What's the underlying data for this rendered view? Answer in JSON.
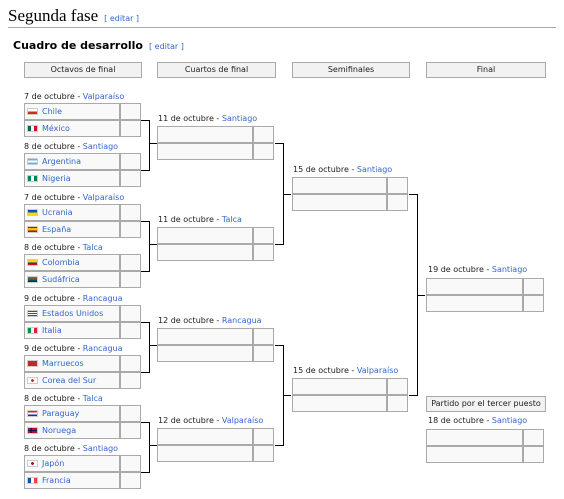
{
  "page": {
    "section_title": "Segunda fase",
    "edit_label": "[ editar ]",
    "subsection_title": "Cuadro de desarrollo"
  },
  "rounds": [
    "Octavos de final",
    "Cuartos de final",
    "Semifinales",
    "Final"
  ],
  "third_place_header": "Partido por el tercer puesto",
  "octavos": [
    {
      "date": "7 de octubre",
      "venue": "Valparaíso",
      "team1": "Chile",
      "flag1": "chile",
      "team2": "México",
      "flag2": "mexico"
    },
    {
      "date": "8 de octubre",
      "venue": "Santiago",
      "team1": "Argentina",
      "flag1": "argentina",
      "team2": "Nigeria",
      "flag2": "nigeria"
    },
    {
      "date": "7 de octubre",
      "venue": "Valparaíso",
      "team1": "Ucrania",
      "flag1": "ukraine",
      "team2": "España",
      "flag2": "spain"
    },
    {
      "date": "8 de octubre",
      "venue": "Talca",
      "team1": "Colombia",
      "flag1": "colombia",
      "team2": "Sudáfrica",
      "flag2": "southafrica"
    },
    {
      "date": "9 de octubre",
      "venue": "Rancagua",
      "team1": "Estados Unidos",
      "flag1": "usa",
      "team2": "Italia",
      "flag2": "italy"
    },
    {
      "date": "9 de octubre",
      "venue": "Rancagua",
      "team1": "Marruecos",
      "flag1": "morocco",
      "team2": "Corea del Sur",
      "flag2": "korea"
    },
    {
      "date": "8 de octubre",
      "venue": "Talca",
      "team1": "Paraguay",
      "flag1": "paraguay",
      "team2": "Noruega",
      "flag2": "norway"
    },
    {
      "date": "8 de octubre",
      "venue": "Santiago",
      "team1": "Japón",
      "flag1": "japan",
      "team2": "Francia",
      "flag2": "france"
    }
  ],
  "cuartos": [
    {
      "date": "11 de octubre",
      "venue": "Santiago"
    },
    {
      "date": "11 de octubre",
      "venue": "Talca"
    },
    {
      "date": "12 de octubre",
      "venue": "Rancagua"
    },
    {
      "date": "12 de octubre",
      "venue": "Valparaíso"
    }
  ],
  "semis": [
    {
      "date": "15 de octubre",
      "venue": "Santiago"
    },
    {
      "date": "15 de octubre",
      "venue": "Valparaíso"
    }
  ],
  "final": {
    "date": "19 de octubre",
    "venue": "Santiago"
  },
  "third_place": {
    "date": "18 de octubre",
    "venue": "Santiago"
  }
}
